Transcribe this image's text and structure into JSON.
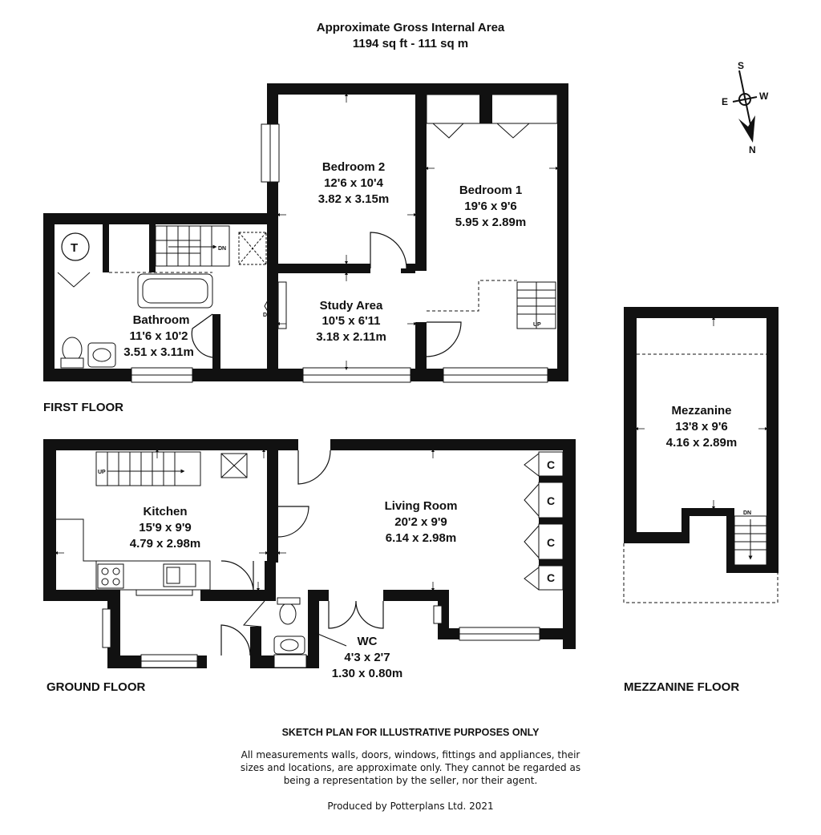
{
  "header": {
    "title": "Approximate Gross Internal Area",
    "area": "1194 sq ft - 111 sq m"
  },
  "compass": {
    "s": "S",
    "e": "E",
    "w": "W",
    "n": "N"
  },
  "floors": {
    "first": "FIRST FLOOR",
    "ground": "GROUND FLOOR",
    "mezzanine": "MEZZANINE FLOOR"
  },
  "rooms": {
    "bedroom2": {
      "name": "Bedroom 2",
      "imperial": "12'6 x 10'4",
      "metric": "3.82 x 3.15m"
    },
    "bedroom1": {
      "name": "Bedroom 1",
      "imperial": "19'6 x 9'6",
      "metric": "5.95 x 2.89m"
    },
    "study": {
      "name": "Study Area",
      "imperial": "10'5 x 6'11",
      "metric": "3.18 x 2.11m"
    },
    "bathroom": {
      "name": "Bathroom",
      "imperial": "11'6 x 10'2",
      "metric": "3.51 x 3.11m"
    },
    "kitchen": {
      "name": "Kitchen",
      "imperial": "15'9 x 9'9",
      "metric": "4.79 x 2.98m"
    },
    "living": {
      "name": "Living Room",
      "imperial": "20'2 x 9'9",
      "metric": "6.14 x 2.98m"
    },
    "wc": {
      "name": "WC",
      "imperial": "4'3 x 2'7",
      "metric": "1.30 x 0.80m"
    },
    "mezzanine": {
      "name": "Mezzanine",
      "imperial": "13'8 x 9'6",
      "metric": "4.16 x 2.89m"
    }
  },
  "fixtures": {
    "tank": "T",
    "cupboard": "C",
    "up": "UP",
    "down": "DN"
  },
  "footer": {
    "title": "SKETCH PLAN FOR ILLUSTRATIVE PURPOSES ONLY",
    "line1": "All measurements walls, doors, windows, fittings and appliances, their",
    "line2": "sizes and locations, are approximate only. They cannot be regarded as",
    "line3": "being a representation by the seller, nor their agent.",
    "credit": "Produced by Potterplans Ltd. 2021"
  }
}
